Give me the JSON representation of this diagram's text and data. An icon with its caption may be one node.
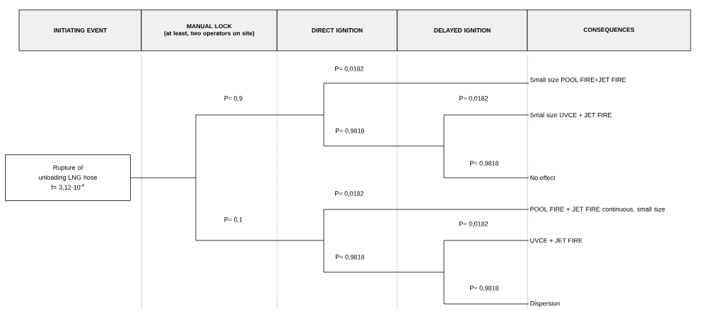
{
  "diagram": {
    "nodes": [
      {
        "text": [
          "INITIATING EVENT"
        ]
      },
      {
        "text": [
          "MANUAL LOCK",
          "(at least, two operators on site)"
        ]
      },
      {
        "text": [
          "DIRECT IGNITION"
        ]
      },
      {
        "text": [
          "DELAYED IGNITION"
        ]
      },
      {
        "text": [
          "CONSEQUENCES"
        ]
      },
      {
        "text": [
          "Rupture of unloading LNG hose",
          "f= 3,12·10$^{-4}$"
        ]
      },
      {
        "text": [
          "Small size POOL FIRE+JET FIRE"
        ]
      },
      {
        "text": [
          "Smal size UVCE + JET FIRE"
        ]
      },
      {
        "text": [
          "No effect"
        ]
      },
      {
        "text": [
          "POOL FIRE + JET FIRE continuous, small size"
        ]
      },
      {
        "text": [
          "UVCE + JET FIRE"
        ]
      },
      {
        "text": [
          "Dispersion"
        ]
      }
    ],
    "edges": [
      {
        "from": 5,
        "to": 6,
        "arrow": "none"
      },
      {
        "from": 5,
        "to": 7,
        "arrow": "none"
      },
      {
        "from": 5,
        "to": 8,
        "arrow": "none"
      },
      {
        "from": 5,
        "to": 9,
        "arrow": "none"
      },
      {
        "from": 5,
        "to": 10,
        "arrow": "none"
      },
      {
        "from": 5,
        "to": 11,
        "arrow": "none"
      }
    ],
    "labels": [
      "P= 0,0182",
      "P= 0,9",
      "P= 0,0182",
      "P= 0,9818",
      "P= 0,9818",
      "P= 0,0182",
      "P= 0,1",
      "P= 0,0182",
      "P= 0,9818",
      "P= 0,9818"
    ]
  }
}
